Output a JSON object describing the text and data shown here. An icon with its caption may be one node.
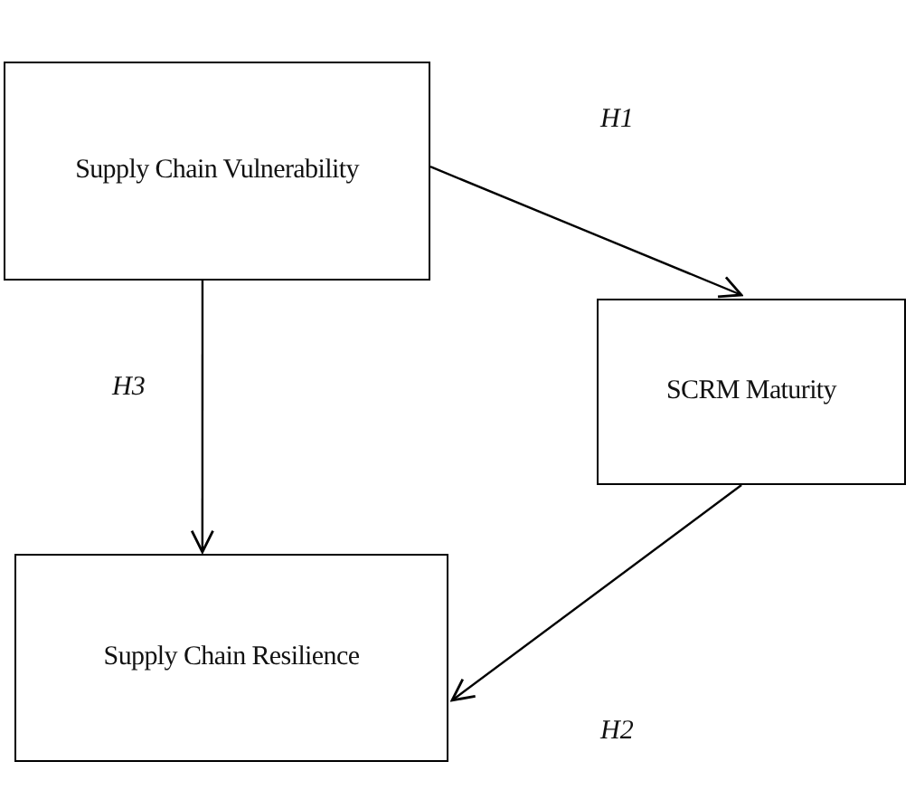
{
  "diagram": {
    "nodes": [
      {
        "text": [
          "Supply Chain Vulnerability"
        ]
      },
      {
        "text": [
          "SCRM Maturity"
        ]
      },
      {
        "text": [
          "Supply Chain Resilience"
        ]
      }
    ],
    "edges": [
      {
        "from": 0,
        "to": 1,
        "arrow": "to",
        "label": "H1"
      },
      {
        "from": 1,
        "to": 2,
        "arrow": "to",
        "label": "H2"
      },
      {
        "from": 0,
        "to": 2,
        "arrow": "to",
        "label": "H3"
      }
    ]
  }
}
